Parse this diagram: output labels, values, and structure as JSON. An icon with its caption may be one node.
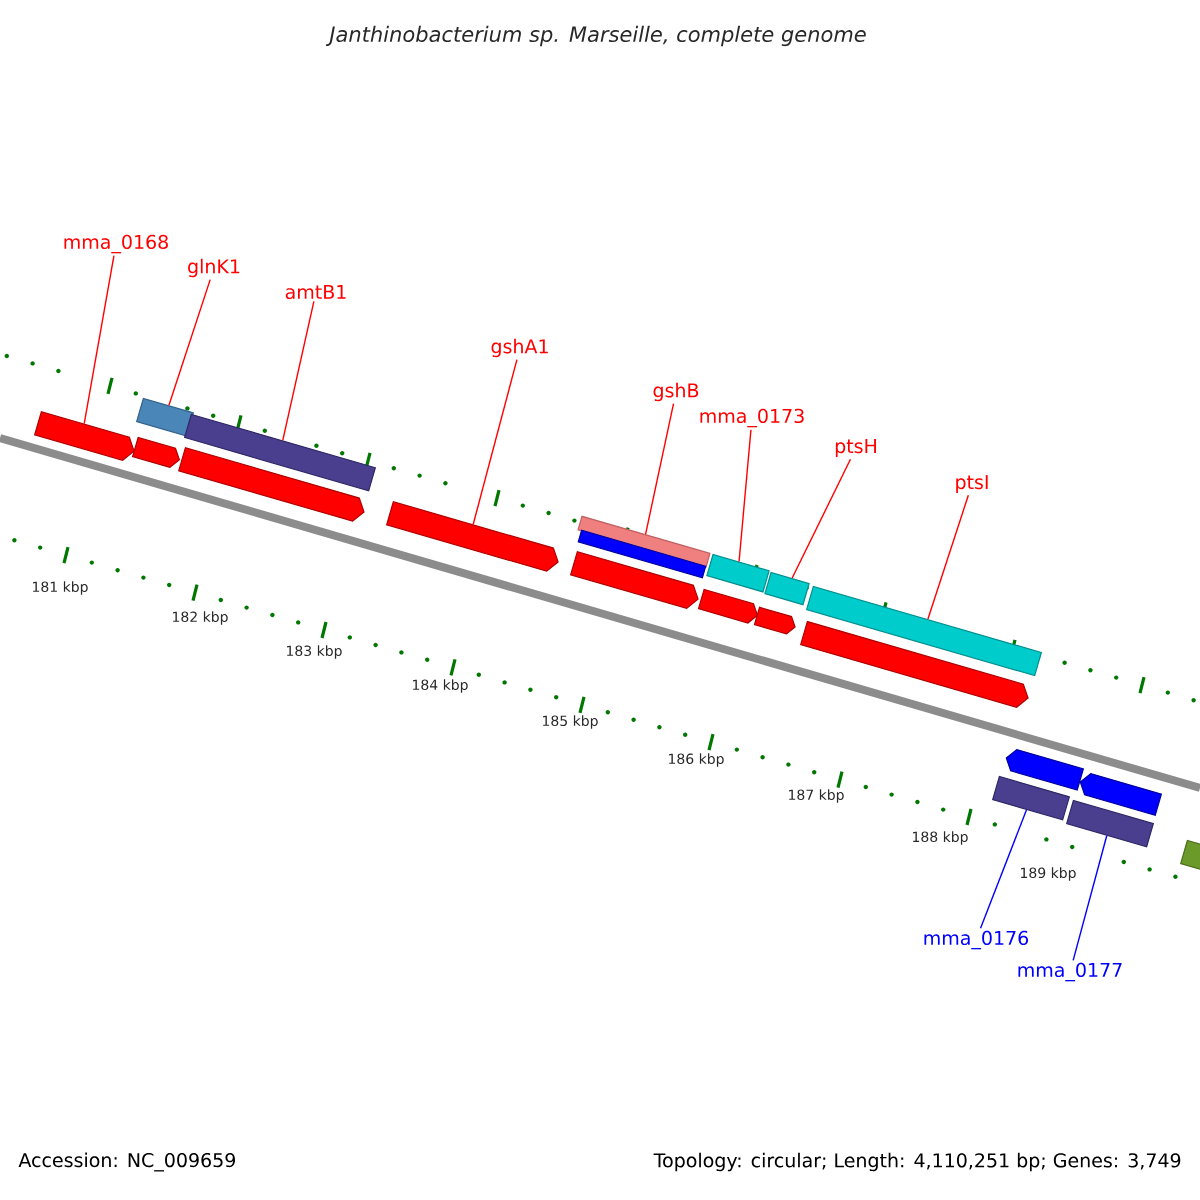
{
  "diagram": {
    "title": "Janthinobacterium sp. Marseille, complete genome",
    "nodes": [
      {
        "text": [
          "mma_0168"
        ]
      },
      {
        "text": [
          "glnK1"
        ]
      },
      {
        "text": [
          "amtB1"
        ]
      },
      {
        "text": [
          "gshA1"
        ]
      },
      {
        "text": [
          "gshB"
        ]
      },
      {
        "text": [
          "mma_0173"
        ]
      },
      {
        "text": [
          "ptsH"
        ]
      },
      {
        "text": [
          "ptsI"
        ]
      },
      {
        "text": [
          "mma_0176"
        ]
      },
      {
        "text": [
          "mma_0177"
        ]
      },
      {
        "text": [],
        "shape": "pentagon"
      },
      {
        "text": [],
        "shape": "pentagon"
      },
      {
        "text": [],
        "shape": "bar"
      },
      {
        "text": [],
        "shape": "pentagon"
      },
      {
        "text": [],
        "shape": "bar"
      },
      {
        "text": [],
        "shape": "pentagon"
      },
      {
        "text": [],
        "shape": "pentagon"
      },
      {
        "text": [],
        "shape": "bar"
      },
      {
        "text": [],
        "shape": "bar"
      },
      {
        "text": [],
        "shape": "pentagon"
      },
      {
        "text": [],
        "shape": "bar"
      },
      {
        "text": [],
        "shape": "pentagon"
      },
      {
        "text": [],
        "shape": "bar"
      },
      {
        "text": [],
        "shape": "pentagon"
      },
      {
        "text": [],
        "shape": "bar"
      },
      {
        "text": [],
        "shape": "bar"
      },
      {
        "text": [],
        "shape": "pentagon"
      },
      {
        "text": [],
        "shape": "bar"
      },
      {
        "text": [],
        "shape": "pentagon"
      },
      {
        "text": [],
        "shape": "bar"
      }
    ],
    "edges": [
      {
        "from": 0,
        "to": 10,
        "arrow": "none"
      },
      {
        "from": 1,
        "to": 12,
        "arrow": "none"
      },
      {
        "from": 2,
        "to": 14,
        "arrow": "none"
      },
      {
        "from": 3,
        "to": 15,
        "arrow": "none"
      },
      {
        "from": 4,
        "to": 17,
        "arrow": "none"
      },
      {
        "from": 5,
        "to": 20,
        "arrow": "none"
      },
      {
        "from": 6,
        "to": 22,
        "arrow": "none"
      },
      {
        "from": 7,
        "to": 24,
        "arrow": "none"
      },
      {
        "from": 8,
        "to": 25,
        "arrow": "none",
        "color": "#0000ff"
      },
      {
        "from": 9,
        "to": 27,
        "arrow": "none",
        "color": "#0000ff"
      }
    ],
    "labels": [
      "181 kbp",
      "182 kbp",
      "183 kbp",
      "184 kbp",
      "185 kbp",
      "186 kbp",
      "187 kbp",
      "188 kbp",
      "189 kbp",
      "Accession: NC_009659",
      "Topology: circular; Length: 4,110,251 bp; Genes: 3,749"
    ]
  }
}
